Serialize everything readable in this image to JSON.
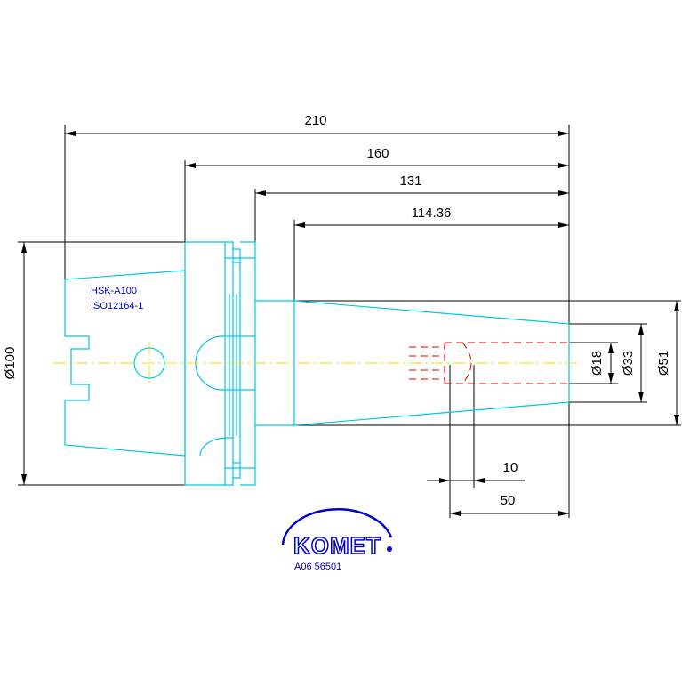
{
  "dimensions": {
    "len_210": "210",
    "len_160": "160",
    "len_131": "131",
    "len_114": "114.36",
    "dia_100": "Ø100",
    "dia_18": "Ø18",
    "dia_33": "Ø33",
    "dia_51": "Ø51",
    "len_10": "10",
    "len_50": "50"
  },
  "labels": {
    "standard_1": "HSK-A100",
    "standard_2": "ISO12164-1",
    "brand": "KOMET",
    "part_number": "A06 56501"
  },
  "colors": {
    "part_outline": "#00c8e6",
    "center_axis": "#e6e600",
    "hidden_bore": "#e60000",
    "dimension": "#000000",
    "text_blue": "#0000cc"
  }
}
